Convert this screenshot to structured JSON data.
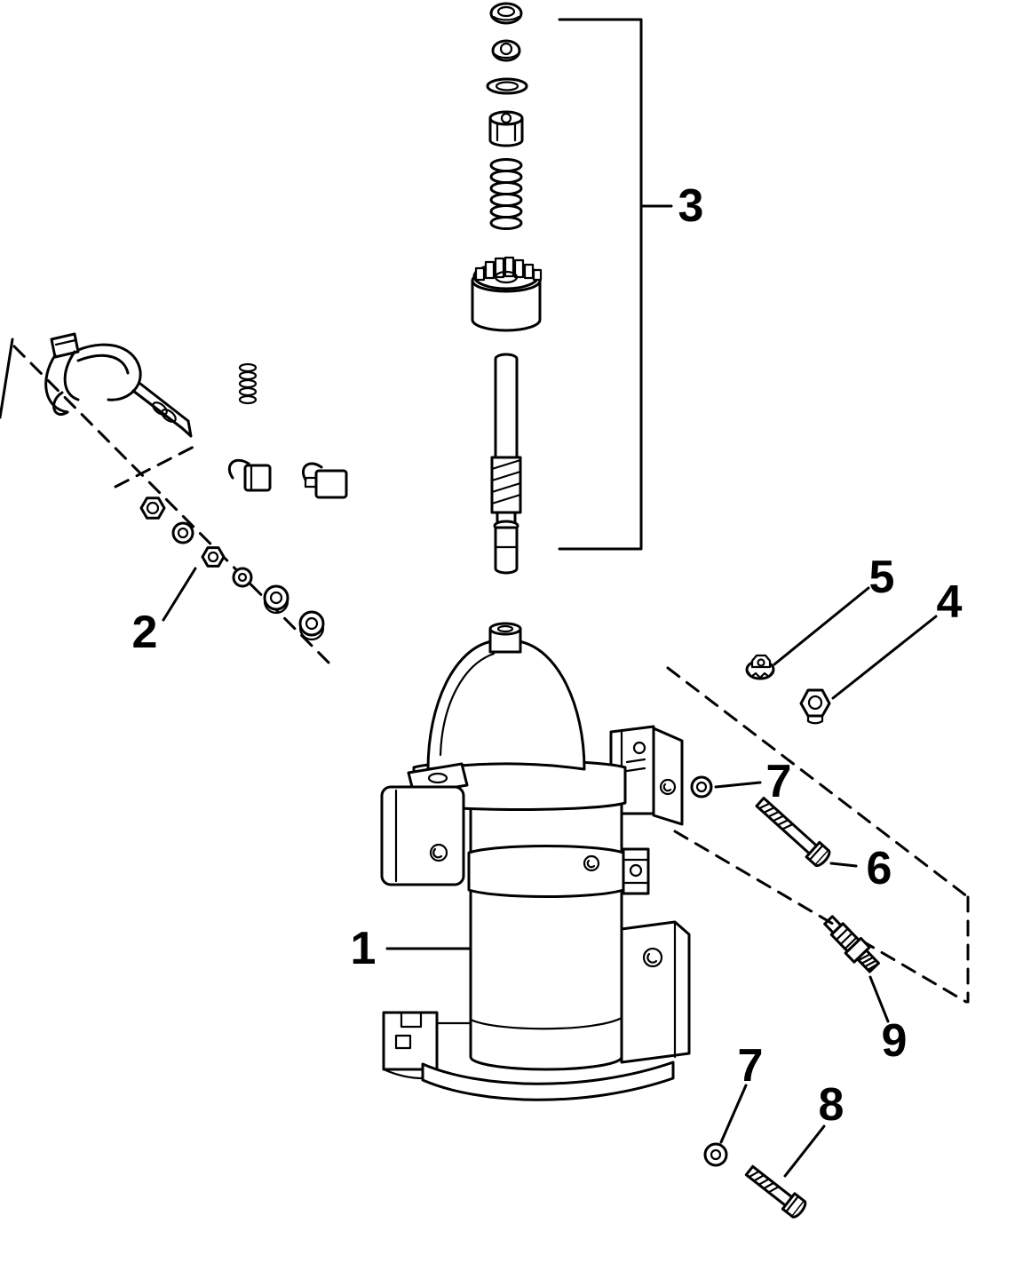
{
  "page": {
    "background": "#ffffff",
    "line_color": "#000000"
  },
  "diagram": {
    "type": "exploded-parts-diagram",
    "callouts": {
      "part1": "1",
      "part2": "2",
      "part3": "3",
      "part4": "4",
      "part5": "5",
      "part6": "6",
      "part7_upper": "7",
      "part7_lower": "7",
      "part8": "8",
      "part9": "9"
    }
  }
}
